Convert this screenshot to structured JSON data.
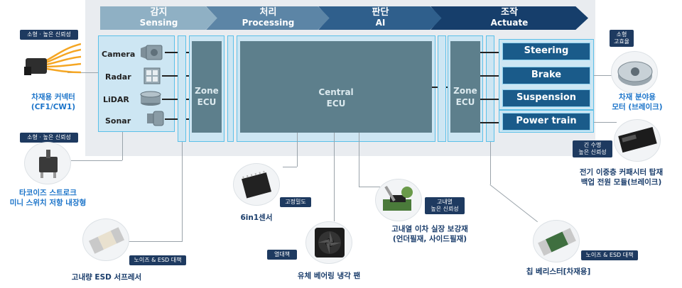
{
  "stages": [
    {
      "ko": "감지",
      "en": "Sensing",
      "color": "#8fb0c4"
    },
    {
      "ko": "처리",
      "en": "Processing",
      "color": "#5c85a6"
    },
    {
      "ko": "판단",
      "en": "AI",
      "color": "#2f5f8c"
    },
    {
      "ko": "조작",
      "en": "Actuate",
      "color": "#163e6b"
    }
  ],
  "sensors": [
    "Camera",
    "Radar",
    "LiDAR",
    "Sonar"
  ],
  "zone_ecu_left": "Zone\nECU",
  "central_ecu": "Central\nECU",
  "zone_ecu_right": "Zone\nECU",
  "actuators": [
    "Steering",
    "Brake",
    "Suspension",
    "Power train"
  ],
  "products": {
    "connector": {
      "tag": "소형 · 높은 신뢰성",
      "caption": "차재용 커넥터\n(CF1/CW1)"
    },
    "switch": {
      "tag": "소형 · 높은 신뢰성",
      "caption": "타코이즈 스트로크\n미니 스위치 저항 내장형"
    },
    "esd": {
      "tag": "노이즈 & ESD 대책",
      "caption": "고내량 ESD 서프레서"
    },
    "sensor6": {
      "tag": "고정밀도",
      "caption": "6in1센서"
    },
    "fan": {
      "tag": "열대책",
      "caption": "유체 베어링 냉각 팬"
    },
    "underfill": {
      "tag": "고내열\n높은 신뢰성",
      "caption": "고내열 이차 실장 보강재\n(언더필재, 사이드필재)"
    },
    "varistor": {
      "tag": "노이즈 & ESD 대책",
      "caption": "칩 베리스터[차재용]"
    },
    "motor": {
      "tag": "소형\n고효율",
      "caption": "차재 분야용\n모터 (브레이크)"
    },
    "capacitor": {
      "tag": "긴 수명\n높은 신뢰성",
      "caption": "전기 이중층 커패시터 탑재\n백업 전원 모듈(브레이크)"
    }
  },
  "colors": {
    "accent": "#5bc0e8",
    "ecu": "#5d7f8c",
    "actuator": "#1a5b8a",
    "caption": "#1a73c9"
  }
}
